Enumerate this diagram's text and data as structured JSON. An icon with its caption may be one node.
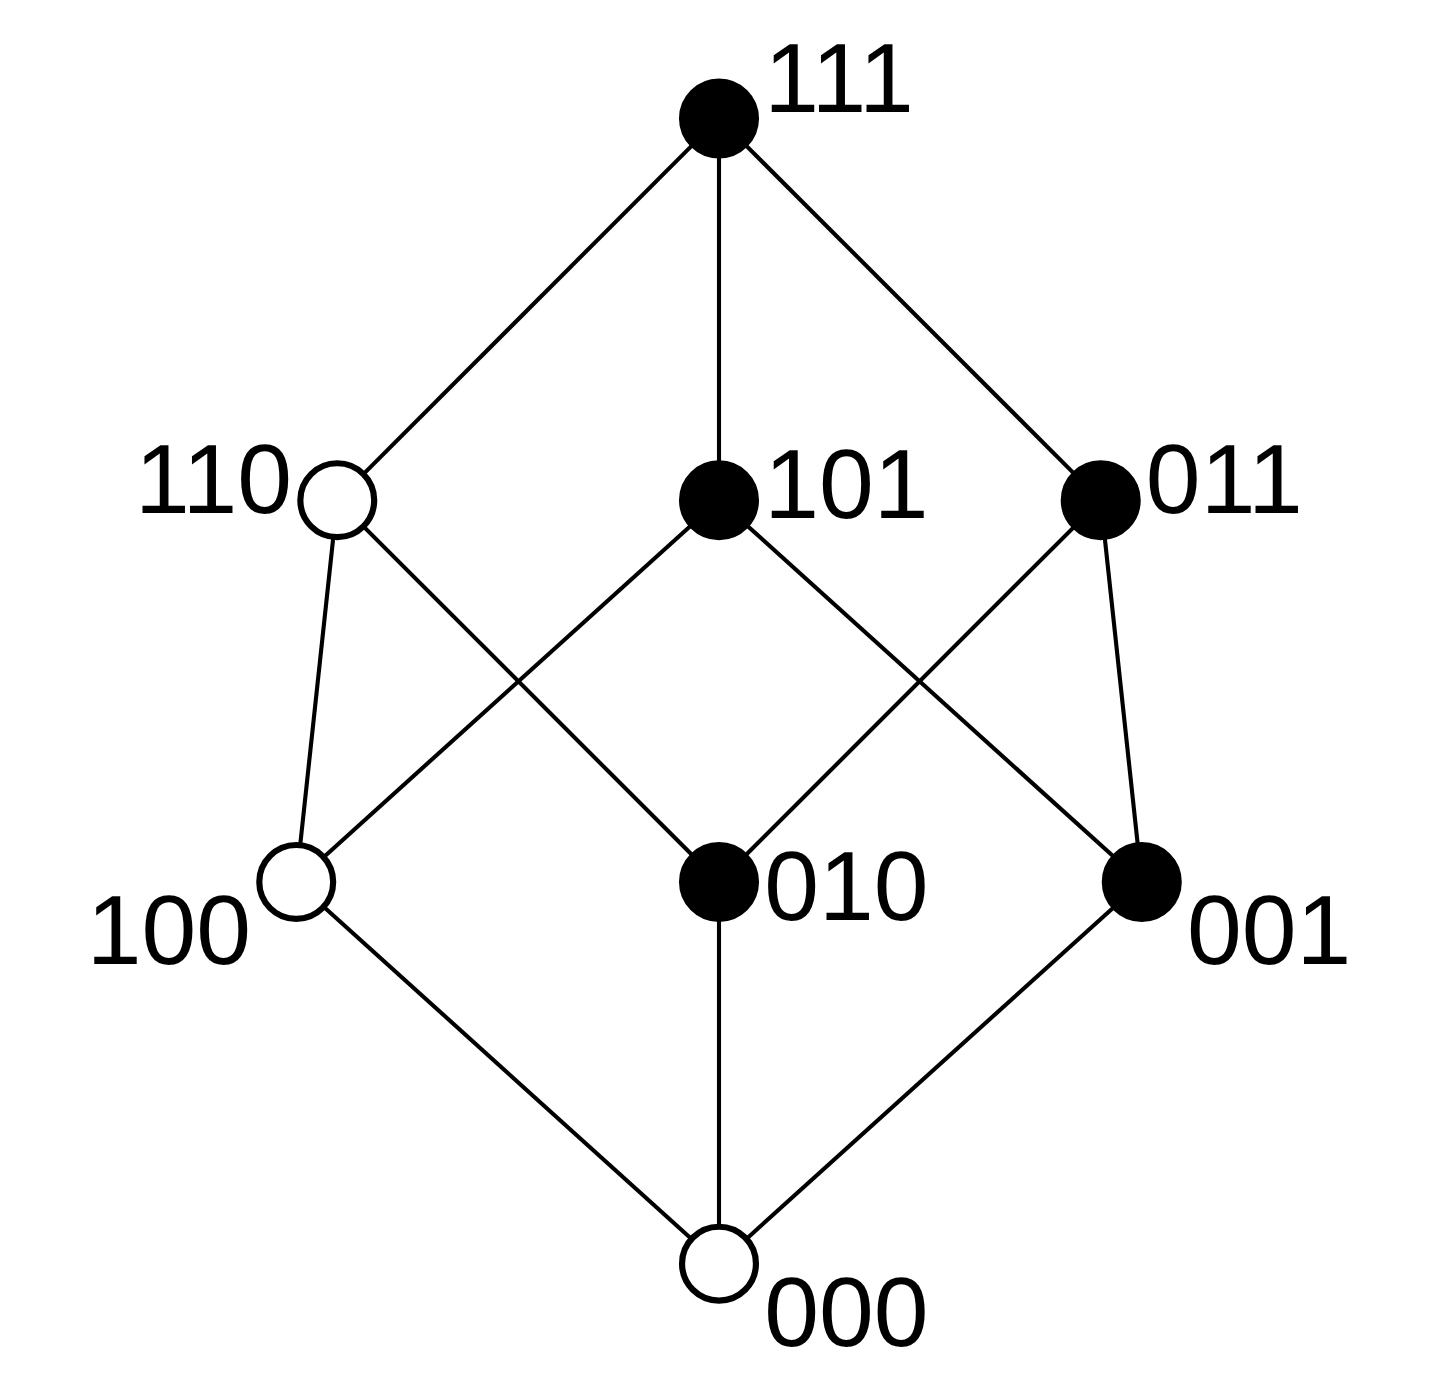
{
  "diagram": {
    "nodes": [
      {
        "text": [],
        "shape": "circle",
        "beside": [
          "111"
        ]
      },
      {
        "text": [],
        "shape": "circle",
        "beside": [
          "110"
        ]
      },
      {
        "text": [],
        "shape": "circle",
        "beside": [
          "101"
        ]
      },
      {
        "text": [],
        "shape": "circle",
        "beside": [
          "011"
        ]
      },
      {
        "text": [],
        "shape": "circle",
        "beside": [
          "100"
        ]
      },
      {
        "text": [],
        "shape": "circle",
        "beside": [
          "010"
        ]
      },
      {
        "text": [],
        "shape": "circle",
        "beside": [
          "001"
        ]
      },
      {
        "text": [],
        "shape": "circle",
        "beside": [
          "000"
        ]
      }
    ],
    "edges": [
      {
        "from": 0,
        "to": 1,
        "arrow": "none"
      },
      {
        "from": 0,
        "to": 2,
        "arrow": "none"
      },
      {
        "from": 0,
        "to": 3,
        "arrow": "none"
      },
      {
        "from": 1,
        "to": 4,
        "arrow": "none"
      },
      {
        "from": 1,
        "to": 5,
        "arrow": "none"
      },
      {
        "from": 2,
        "to": 4,
        "arrow": "none"
      },
      {
        "from": 2,
        "to": 6,
        "arrow": "none"
      },
      {
        "from": 3,
        "to": 5,
        "arrow": "none"
      },
      {
        "from": 3,
        "to": 6,
        "arrow": "none"
      },
      {
        "from": 4,
        "to": 7,
        "arrow": "none"
      },
      {
        "from": 5,
        "to": 7,
        "arrow": "none"
      },
      {
        "from": 6,
        "to": 7,
        "arrow": "none"
      }
    ]
  }
}
